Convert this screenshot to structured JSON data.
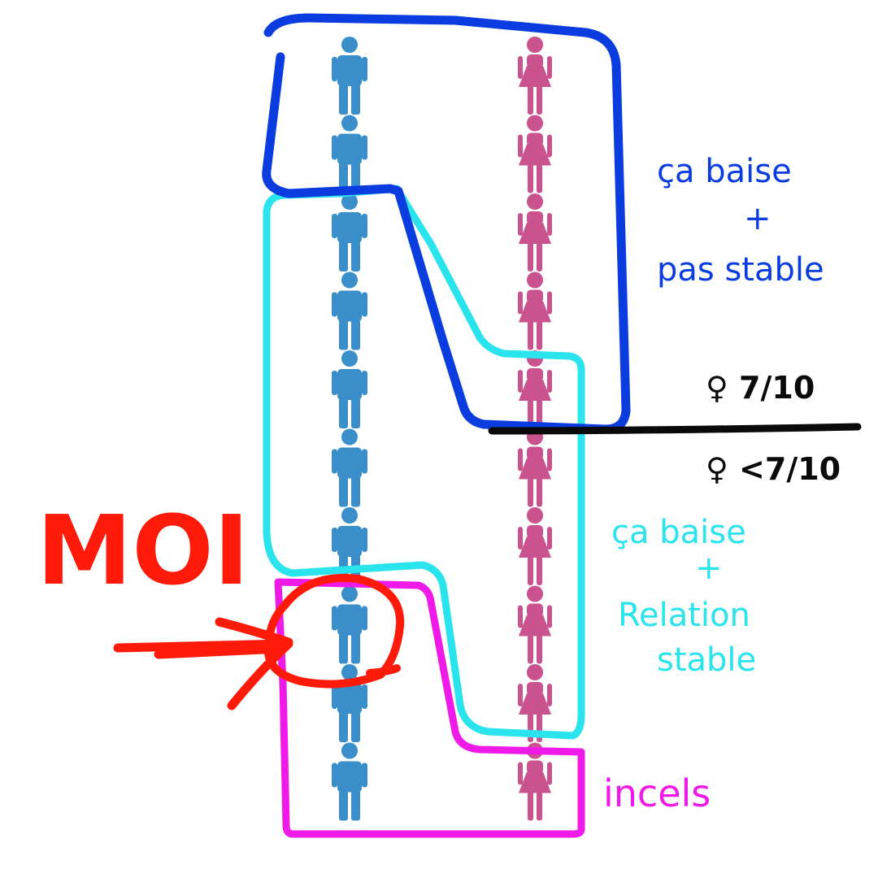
{
  "labels": {
    "group1_line1": "ça baise",
    "group1_plus": "+",
    "group1_line2": "pas stable",
    "group2_line1": "ça baise",
    "group2_plus": "+",
    "group2_line2": "Relation",
    "group2_line3": "stable",
    "group3": "incels",
    "threshold_above": "♀ 7/10",
    "threshold_below": "♀ <7/10",
    "me": "MOI"
  },
  "people": {
    "male_count": 10,
    "female_count": 10,
    "male_icon": "man-icon",
    "female_icon": "woman-icon"
  },
  "colors": {
    "male": "#3a8fcb",
    "female": "#c9528f",
    "group1": "#0a3ce0",
    "group2": "#29e4ec",
    "group3": "#f01ae8",
    "threshold": "#0a0a0a",
    "me": "#ff1a0a"
  }
}
